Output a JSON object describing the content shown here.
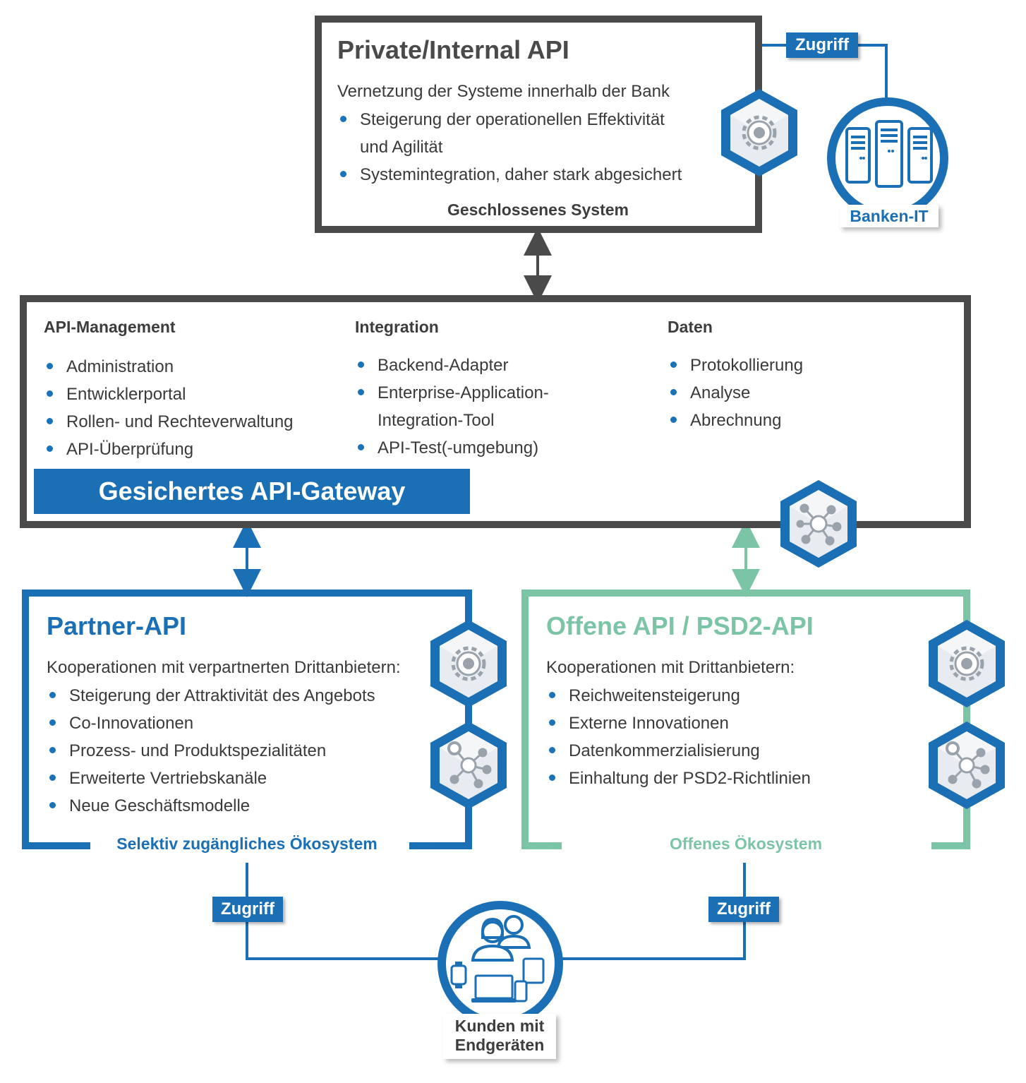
{
  "private_api": {
    "title": "Private/Internal API",
    "intro": "Vernetzung der Systeme innerhalb der Bank",
    "bullets": [
      "Steigerung der operationellen Effektivität",
      "Systemintegration, daher stark abgesichert"
    ],
    "bullet_continuation": "und Agilität",
    "caption": "Geschlossenes System"
  },
  "bank_it": {
    "access_tag": "Zugriff",
    "label": "Banken-IT",
    "icon": "servers-icon"
  },
  "gateway": {
    "banner": "Gesichertes API-Gateway",
    "columns": [
      {
        "heading": "API-Management",
        "items": [
          "Administration",
          "Entwicklerportal",
          "Rollen- und Rechteverwaltung",
          "API-Überprüfung"
        ]
      },
      {
        "heading": "Integration",
        "items": [
          "Backend-Adapter",
          "Enterprise-Application-",
          "Integration-Tool",
          "API-Test(-umgebung)"
        ]
      },
      {
        "heading": "Daten",
        "items": [
          "Protokollierung",
          "Analyse",
          "Abrechnung"
        ]
      }
    ]
  },
  "partner_api": {
    "title": "Partner-API",
    "intro": "Kooperationen mit verpartnerten Drittanbietern:",
    "bullets": [
      "Steigerung der Attraktivität des Angebots",
      "Co-Innovationen",
      "Prozess- und Produktspezialitäten",
      "Erweiterte Vertriebskanäle",
      "Neue Geschäftsmodelle"
    ],
    "caption": "Selektiv zugängliches Ökosystem"
  },
  "open_api": {
    "title": "Offene API / PSD2-API",
    "intro": "Kooperationen mit Drittanbietern:",
    "bullets": [
      "Reichweitensteigerung",
      "Externe Innovationen",
      "Datenkommerzialisierung",
      "Einhaltung der PSD2-Richtlinien"
    ],
    "caption": "Offenes Ökosystem"
  },
  "customers": {
    "access_left": "Zugriff",
    "access_right": "Zugriff",
    "label_line1": "Kunden mit",
    "label_line2": "Endgeräten",
    "icon": "customers-devices-icon"
  },
  "colors": {
    "blue": "#1a6fb5",
    "gray": "#4a4a4a",
    "green": "#7cc4a6",
    "dark_text": "#3d3d3d"
  }
}
